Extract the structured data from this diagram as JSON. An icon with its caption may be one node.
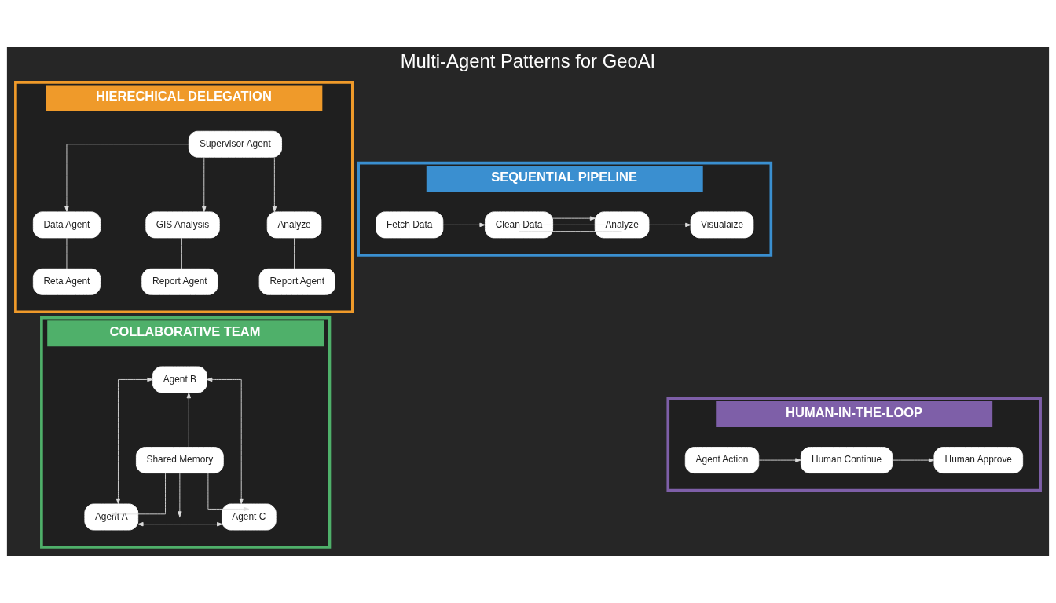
{
  "diagram": {
    "title": "Multi-Agent Patterns for GeoAI",
    "nodes": [
      {
        "text": [
          "HIERECHICAL DELEGATION"
        ]
      },
      {
        "text": [
          "Supervisor Agent"
        ],
        "in": 0
      },
      {
        "text": [
          "Data Agent"
        ],
        "in": 0
      },
      {
        "text": [
          "GIS Analysis"
        ],
        "in": 0
      },
      {
        "text": [
          "Analyze"
        ],
        "in": 0
      },
      {
        "text": [
          "Reta Agent"
        ],
        "in": 0
      },
      {
        "text": [
          "Report Agent"
        ],
        "in": 0
      },
      {
        "text": [
          "Report Agent"
        ],
        "in": 0
      },
      {
        "text": [
          "SEQUENTIAL PIPELINE"
        ]
      },
      {
        "text": [
          "Fetch Data"
        ],
        "in": 8
      },
      {
        "text": [
          "Clean Data"
        ],
        "in": 8
      },
      {
        "text": [
          "Analyze"
        ],
        "in": 8
      },
      {
        "text": [
          "Visualaize"
        ],
        "in": 8
      },
      {
        "text": [
          "COLLABORATIVE TEAM"
        ]
      },
      {
        "text": [
          "Agent B"
        ],
        "in": 13
      },
      {
        "text": [
          "Shared Memory"
        ],
        "in": 13
      },
      {
        "text": [
          "Agent A"
        ],
        "in": 13
      },
      {
        "text": [
          "Agent C"
        ],
        "in": 13
      },
      {
        "text": [
          "HUMAN-IN-THE-LOOP"
        ]
      },
      {
        "text": [
          "Agent Action"
        ],
        "in": 18
      },
      {
        "text": [
          "Human Continue"
        ],
        "in": 18
      },
      {
        "text": [
          "Human Approve"
        ],
        "in": 18
      }
    ],
    "edges": [
      {
        "from": 1,
        "to": 2,
        "arrow": "to"
      },
      {
        "from": 1,
        "to": 3,
        "arrow": "to"
      },
      {
        "from": 1,
        "to": 4,
        "arrow": "to"
      },
      {
        "from": 2,
        "to": 5,
        "arrow": "none"
      },
      {
        "from": 3,
        "to": 6,
        "arrow": "none"
      },
      {
        "from": 4,
        "to": 7,
        "arrow": "none"
      },
      {
        "from": 9,
        "to": 10,
        "arrow": "to"
      },
      {
        "from": 10,
        "to": 11,
        "arrow": "to"
      },
      {
        "from": 11,
        "to": 12,
        "arrow": "to"
      },
      {
        "from": 10,
        "to": 11,
        "arrow": "none"
      },
      {
        "from": 10,
        "to": 11,
        "arrow": "none"
      },
      {
        "from": 16,
        "to": 14,
        "arrow": "both"
      },
      {
        "from": 15,
        "to": 14,
        "arrow": "to"
      },
      {
        "from": 15,
        "to": 16,
        "arrow": "to"
      },
      {
        "from": 15,
        "to": 17,
        "arrow": "to"
      },
      {
        "from": 17,
        "to": 14,
        "arrow": "both"
      },
      {
        "from": 15,
        "to": null,
        "arrow": "to"
      },
      {
        "from": 16,
        "to": 17,
        "arrow": "both"
      },
      {
        "from": 19,
        "to": 20,
        "arrow": "to"
      },
      {
        "from": 20,
        "to": 21,
        "arrow": "to"
      }
    ]
  }
}
